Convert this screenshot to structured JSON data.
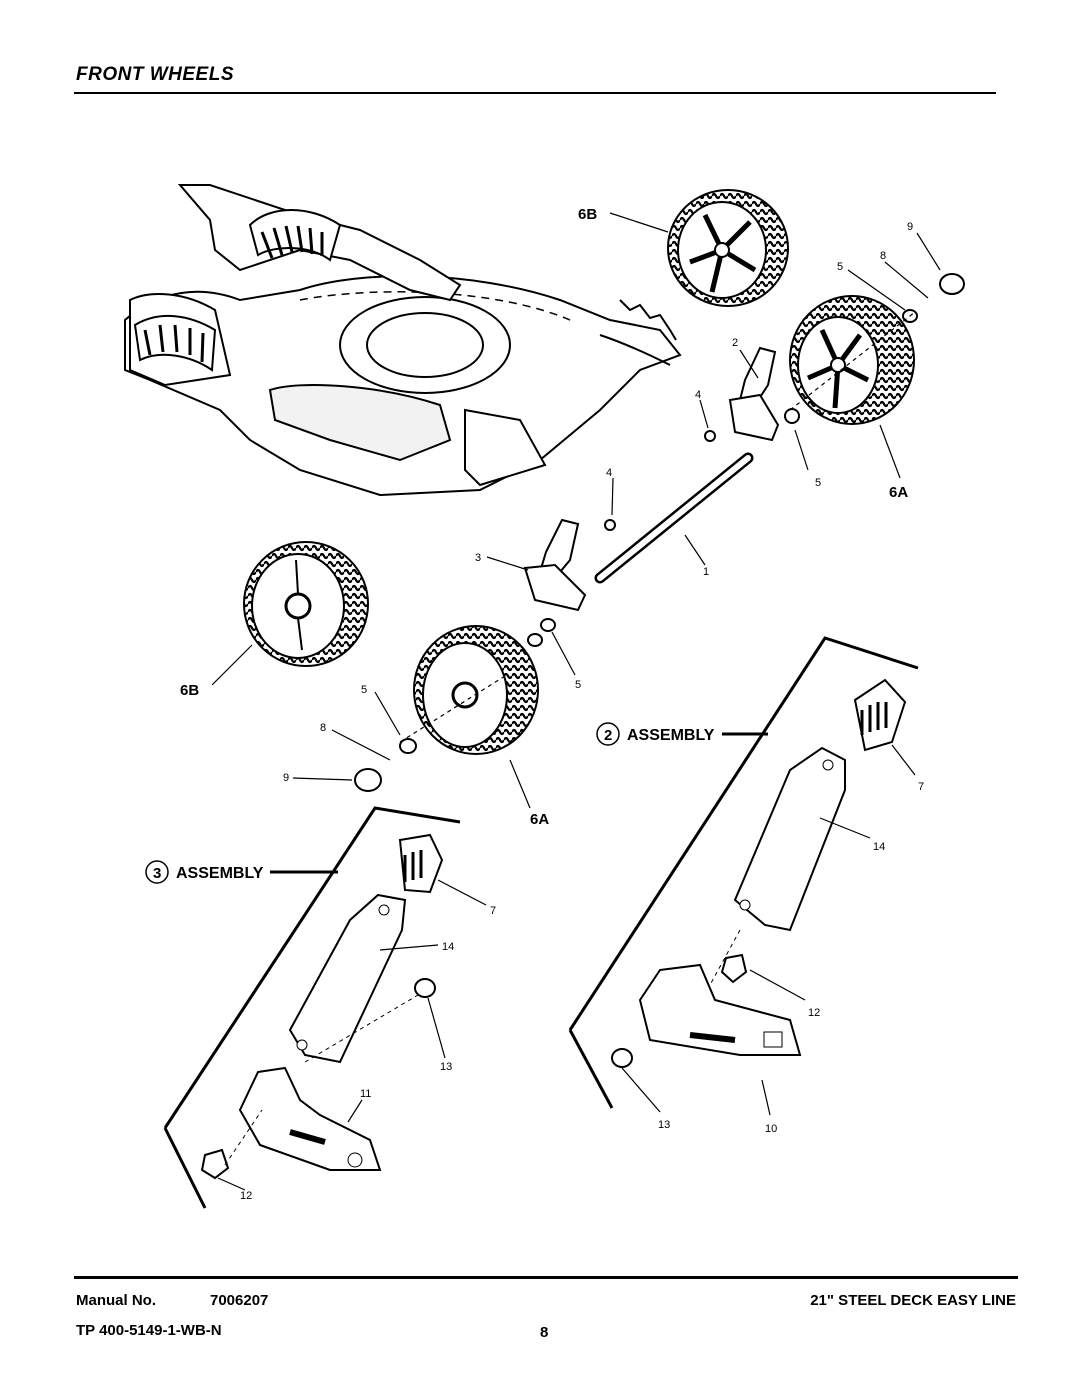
{
  "title": "FRONT WHEELS",
  "callouts": {
    "c6b_top": "6B",
    "c9_top": "9",
    "c8_top": "8",
    "c5_top": "5",
    "c2": "2",
    "c4_top": "4",
    "c5_mid": "5",
    "c6a_top": "6A",
    "c4_mid": "4",
    "c3": "3",
    "c1": "1",
    "c6b_left": "6B",
    "c5_left": "5",
    "c5_right": "5",
    "c8_left": "8",
    "c9_left": "9",
    "c6a_bottom": "6A"
  },
  "assembly2": {
    "number": "2",
    "label": "ASSEMBLY",
    "callouts": {
      "c7": "7",
      "c14": "14",
      "c12": "12",
      "c13": "13",
      "c10": "10"
    }
  },
  "assembly3": {
    "number": "3",
    "label": "ASSEMBLY",
    "callouts": {
      "c7": "7",
      "c14": "14",
      "c13": "13",
      "c11": "11",
      "c12": "12"
    }
  },
  "footer": {
    "manual_label": "Manual No.",
    "manual_number": "7006207",
    "tp_number": "TP 400-5149-1-WB-N",
    "model_name": "21\" STEEL DECK EASY LINE",
    "page_number": "8"
  }
}
